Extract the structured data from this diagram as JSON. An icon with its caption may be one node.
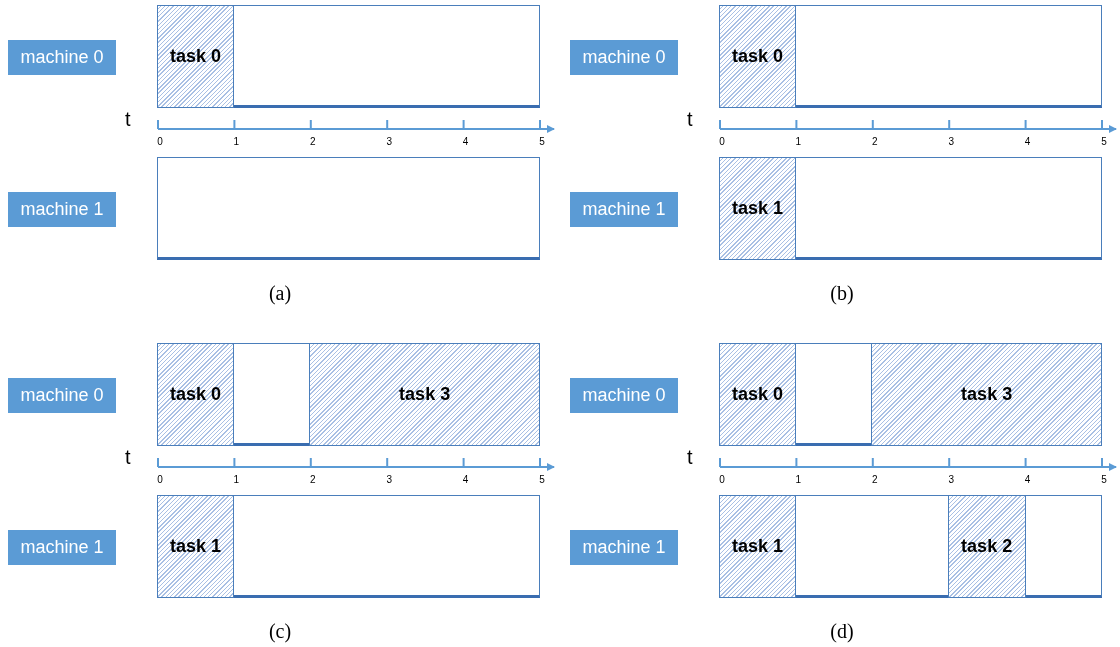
{
  "diagram": {
    "nodes": [
      {
        "text": [
          "machine 0"
        ]
      },
      {
        "text": [],
        "shape": "box"
      },
      {
        "text": [
          "task 0"
        ],
        "in": 1
      },
      {
        "text": [
          "machine 1"
        ]
      },
      {
        "text": [],
        "shape": "box"
      },
      {
        "text": [
          "machine 0"
        ]
      },
      {
        "text": [],
        "shape": "box"
      },
      {
        "text": [
          "task 0"
        ],
        "in": 6
      },
      {
        "text": [
          "machine 1"
        ]
      },
      {
        "text": [],
        "shape": "box"
      },
      {
        "text": [
          "task 1"
        ],
        "in": 9
      },
      {
        "text": [
          "machine 0"
        ]
      },
      {
        "text": [],
        "shape": "box"
      },
      {
        "text": [
          "task 0"
        ],
        "in": 12
      },
      {
        "text": [
          "task 3"
        ],
        "in": 12
      },
      {
        "text": [
          "machine 1"
        ]
      },
      {
        "text": [],
        "shape": "box"
      },
      {
        "text": [
          "task 1"
        ],
        "in": 16
      },
      {
        "text": [
          "machine 0"
        ]
      },
      {
        "text": [],
        "shape": "box"
      },
      {
        "text": [
          "task 0"
        ],
        "in": 19
      },
      {
        "text": [
          "task 3"
        ],
        "in": 19
      },
      {
        "text": [
          "machine 1"
        ]
      },
      {
        "text": [],
        "shape": "box"
      },
      {
        "text": [
          "task 1"
        ],
        "in": 23
      },
      {
        "text": [
          "task 2"
        ],
        "in": 23
      }
    ],
    "edges": [],
    "labels": [
      "t",
      "0",
      "1",
      "2",
      "3",
      "4",
      "5",
      "(a)",
      "t",
      "0",
      "1",
      "2",
      "3",
      "4",
      "5",
      "(b)",
      "t",
      "0",
      "1",
      "2",
      "3",
      "4",
      "5",
      "(c)",
      "t",
      "0",
      "1",
      "2",
      "3",
      "4",
      "5",
      "(d)"
    ]
  }
}
